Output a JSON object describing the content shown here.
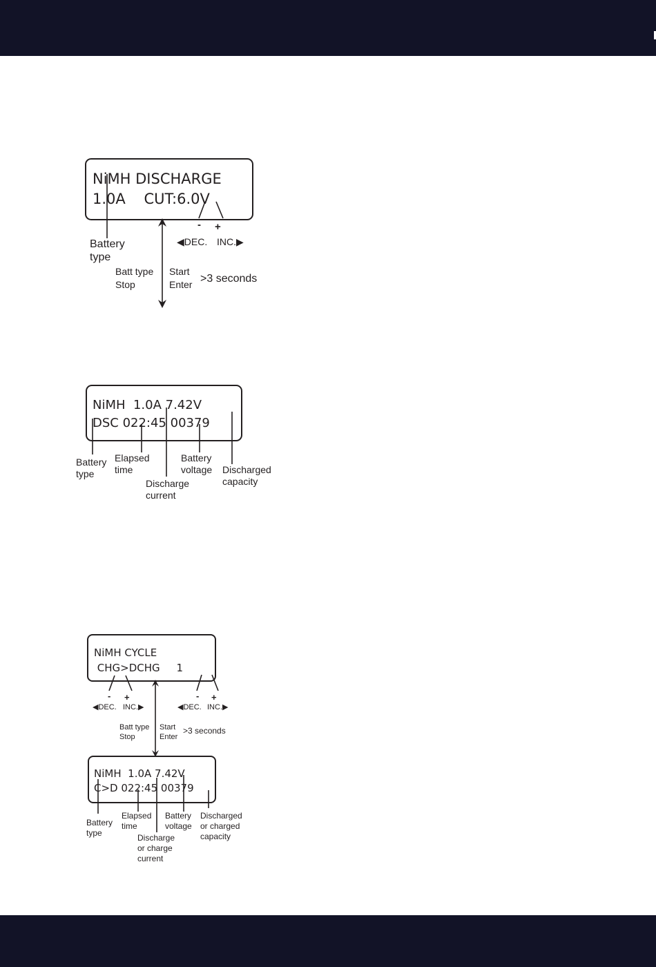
{
  "colors": {
    "bar": "#121327",
    "ink": "#231f20",
    "page": "#ffffff"
  },
  "diagram1": {
    "lcd_line1": "NiMH DISCHARGE",
    "lcd_line2": "1.0A    CUT:6.0V",
    "minus": "-",
    "plus": "+",
    "dec": "◀DEC.",
    "inc": "INC.▶",
    "battery_type_1": "Battery",
    "battery_type_2": "type",
    "batt_type": "Batt type",
    "stop": "Stop",
    "start": "Start",
    "enter": "Enter",
    "seconds": ">3 seconds"
  },
  "diagram2": {
    "lcd_line1": "NiMH  1.0A 7.42V",
    "lcd_line2": "DSC 022:45 00379",
    "battery_type_1": "Battery",
    "battery_type_2": "type",
    "elapsed_1": "Elapsed",
    "elapsed_2": "time",
    "current_1": "Discharge",
    "current_2": "current",
    "voltage_1": "Battery",
    "voltage_2": "voltage",
    "capacity_1": "Discharged",
    "capacity_2": "capacity"
  },
  "diagram3": {
    "lcd_line1": "NiMH CYCLE",
    "lcd_line2": " CHG>DCHG     1",
    "minus": "-",
    "plus": "+",
    "dec": "◀DEC.",
    "inc": "INC.▶",
    "batt_type": "Batt type",
    "stop": "Stop",
    "start": "Start",
    "enter": "Enter",
    "seconds": ">3 seconds",
    "lcd2_line1": "NiMH  1.0A 7.42V",
    "lcd2_line2": "C>D 022:45 00379",
    "battery_type_1": "Battery",
    "battery_type_2": "type",
    "elapsed_1": "Elapsed",
    "elapsed_2": "time",
    "current_1": "Discharge",
    "current_2": "or charge",
    "current_3": "current",
    "voltage_1": "Battery",
    "voltage_2": "voltage",
    "capacity_1": "Discharged",
    "capacity_2": "or charged",
    "capacity_3": "capacity"
  }
}
